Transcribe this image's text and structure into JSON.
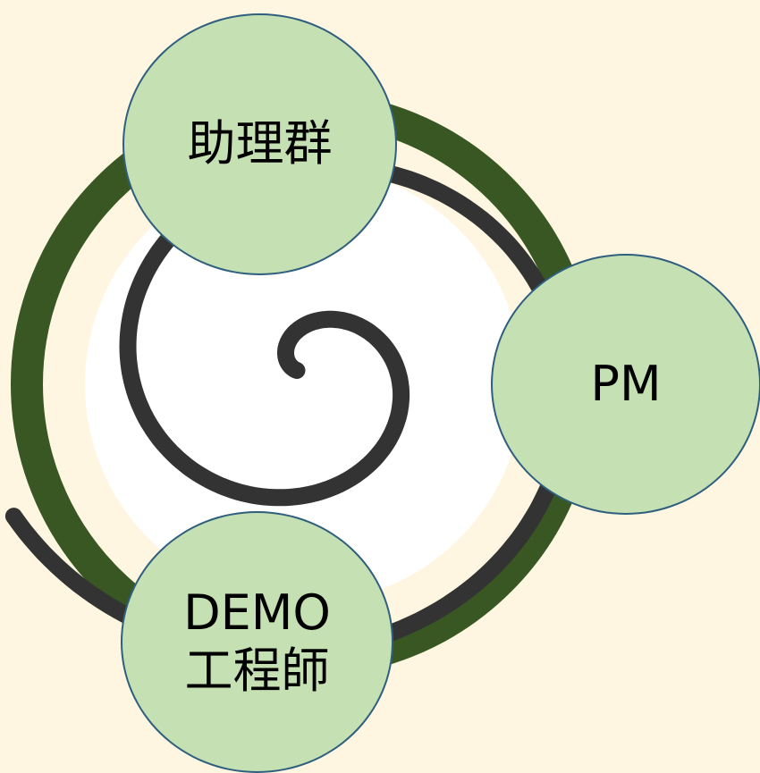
{
  "colors": {
    "background": "#fff6e1",
    "ring": "#385723",
    "inner_disc": "#ffffff",
    "spiral": "#333333",
    "node_fill": "#c5e0b3",
    "node_border": "#2f5f7f",
    "node_text": "#000000"
  },
  "image": {
    "icon": "spiral-icon"
  },
  "nodes": {
    "assistant": {
      "label": "助理群"
    },
    "pm": {
      "label": "PM"
    },
    "demo": {
      "line1": "DEMO",
      "line2": "工程師"
    }
  }
}
